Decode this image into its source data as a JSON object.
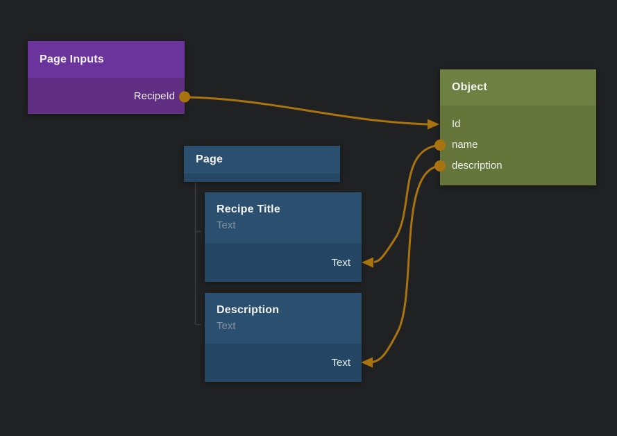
{
  "app": {
    "view": "node-graph-canvas"
  },
  "colors": {
    "background": "#202122",
    "wire": "#a9730f",
    "tree_line": "#3b3c3e",
    "purple_header": "#6b339c",
    "purple_body": "#602f84",
    "blue_header": "#2b506f",
    "blue_body": "#254763",
    "green_header": "#6f8142",
    "green_body": "#667539",
    "title_text": "#f3f3f3",
    "muted_text": "#8292a2",
    "port_text": "#eceff1"
  },
  "nodes": {
    "page_inputs": {
      "title": "Page Inputs",
      "ports": [
        {
          "label": "RecipeId",
          "direction": "output"
        }
      ]
    },
    "object": {
      "title": "Object",
      "ports": [
        {
          "label": "Id",
          "direction": "input"
        },
        {
          "label": "name",
          "direction": "output"
        },
        {
          "label": "description",
          "direction": "output"
        }
      ]
    },
    "page": {
      "title": "Page"
    },
    "recipe_title": {
      "title": "Recipe Title",
      "subtitle": "Text",
      "ports": [
        {
          "label": "Text",
          "direction": "input"
        }
      ]
    },
    "description": {
      "title": "Description",
      "subtitle": "Text",
      "ports": [
        {
          "label": "Text",
          "direction": "input"
        }
      ]
    }
  },
  "connections": [
    {
      "from": "Page Inputs.RecipeId",
      "to": "Object.Id"
    },
    {
      "from": "Object.name",
      "to": "Recipe Title.Text"
    },
    {
      "from": "Object.description",
      "to": "Description.Text"
    }
  ],
  "hierarchy": {
    "parent": "Page",
    "children": [
      "Recipe Title",
      "Description"
    ]
  }
}
